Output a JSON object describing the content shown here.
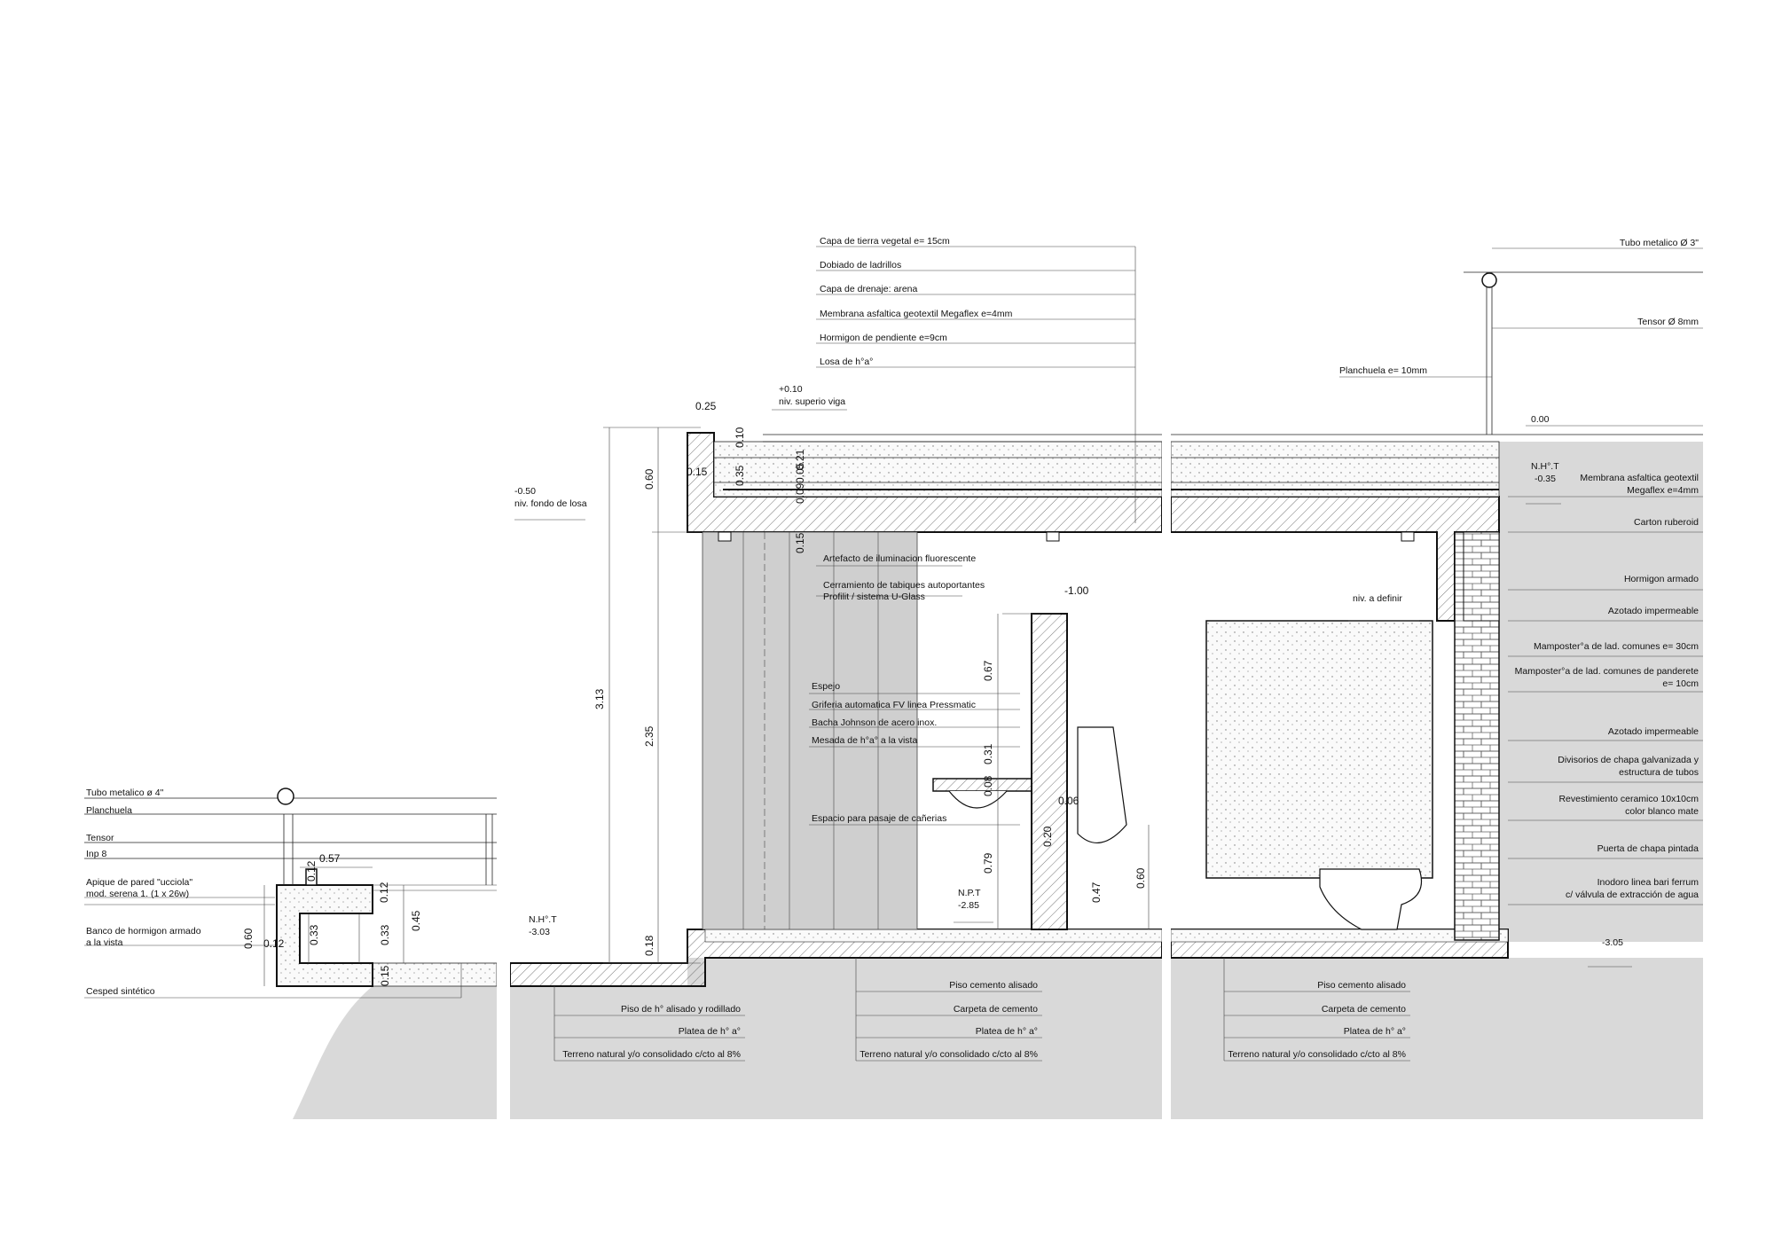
{
  "colors": {
    "ground": "#d9d9d9",
    "cut": "#ececec",
    "panel": "#c8c8c8",
    "ink": "#111111"
  },
  "left": {
    "labels": [
      "Tubo metalico ø 4\"",
      "Planchuela",
      "Tensor",
      "Inp 8",
      "Apique de pared \"ucciola\"",
      "mod. serena 1. (1 x 26w)",
      "Banco de hormigon armado",
      "a la vista",
      "Cesped sintético"
    ],
    "dims": [
      "0.57",
      "0.12",
      "0.12",
      "0.60",
      "0.12",
      "0.33",
      "0.33",
      "0.45",
      "0.15"
    ],
    "level": [
      "N.H°.T",
      "-3.03"
    ]
  },
  "top_layers": [
    "Capa de tierra vegetal e= 15cm",
    "Dobiado de ladrillos",
    "Capa de drenaje: arena",
    "Membrana asfaltica geotextil Megaflex e=4mm",
    "Hormigon de pendiente e=9cm",
    "Losa de h°a°"
  ],
  "mid": {
    "level_top": [
      "+0.10",
      "niv. superio viga"
    ],
    "level_bottom": [
      "-0.50",
      "niv. fondo de losa"
    ],
    "dims": [
      "0.25",
      "0.10",
      "0.15",
      "0.35",
      "0.09",
      "0.05",
      "0.21",
      "0.15",
      "0.60",
      "3.13",
      "2.35",
      "0.18",
      "0.67",
      "0.31",
      "0.06",
      "0.08",
      "0.20",
      "0.79",
      "0.47",
      "0.60"
    ],
    "labels": [
      "Artefacto de iluminacion fluorescente",
      "Cerramiento de tabiques autoportantes",
      "Profilit / sistema U-Glass",
      "Espejo",
      "Griferia automatica FV linea Pressmatic",
      "Bacha Johnson de acero inox.",
      "Mesada de h°a° a la vista",
      "Espacio para pasaje de cañerias"
    ],
    "level_m100": "-1.00",
    "npt": [
      "N.P.T",
      "-2.85"
    ],
    "bottom_left": [
      "Piso de h° alisado y rodillado",
      "Platea de h° a°",
      "Terreno natural y/o consolidado c/cto al 8%"
    ],
    "bottom_right": [
      "Piso cemento alisado",
      "Carpeta de cemento",
      "Platea de h° a°",
      "Terreno natural y/o consolidado c/cto al 8%"
    ]
  },
  "right": {
    "top_labels": [
      "Tubo metalico Ø 3\"",
      "Tensor Ø 8mm",
      "Planchuela e= 10mm",
      "0.00"
    ],
    "nht": [
      "N.H°.T",
      "-0.35"
    ],
    "niv_definir": "niv. a definir",
    "side_labels": [
      "Membrana asfaltica geotextil",
      "Megaflex e=4mm",
      "Carton ruberoid",
      "Hormigon armado",
      "Azotado impermeable",
      "Mamposter°a de lad. comunes e= 30cm",
      "Mamposter°a de lad. comunes de panderete",
      "e= 10cm",
      "Azotado impermeable",
      "Divisorios de chapa galvanizada y",
      "estructura de tubos",
      "Revestimiento ceramico 10x10cm",
      "color blanco mate",
      "Puerta de chapa pintada",
      "Inodoro linea bari ferrum",
      "c/ válvula de extracción de agua"
    ],
    "level_bottom": "-3.05",
    "bottom": [
      "Piso cemento alisado",
      "Carpeta de cemento",
      "Platea de h° a°",
      "Terreno natural y/o consolidado c/cto al 8%"
    ]
  }
}
